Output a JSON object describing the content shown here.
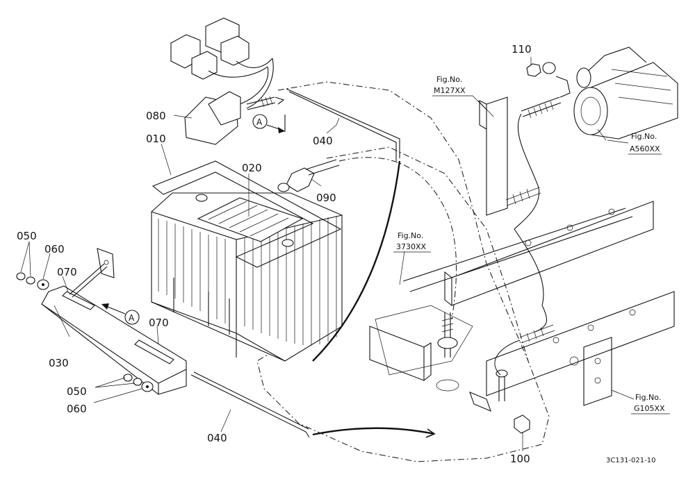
{
  "diagram": {
    "part_labels": {
      "p010": "010",
      "p020": "020",
      "p030": "030",
      "p040_upper": "040",
      "p040_lower": "040",
      "p050_upper": "050",
      "p050_lower": "050",
      "p060_upper": "060",
      "p060_lower": "060",
      "p070_left": "070",
      "p070_right": "070",
      "p080": "080",
      "p090": "090",
      "p100": "100",
      "p110": "110"
    },
    "view_markers": {
      "top": "A",
      "bottom": "A"
    },
    "figure_refs": [
      {
        "id": "m127",
        "label": "Fig.No.",
        "code": "M127XX"
      },
      {
        "id": "a560",
        "label": "Fig.No.",
        "code": "A560XX"
      },
      {
        "id": "3730",
        "label": "Fig.No.",
        "code": "3730XX"
      },
      {
        "id": "g105",
        "label": "Fig.No.",
        "code": "G105XX"
      }
    ],
    "drawing_code": "3C131-021-10"
  }
}
